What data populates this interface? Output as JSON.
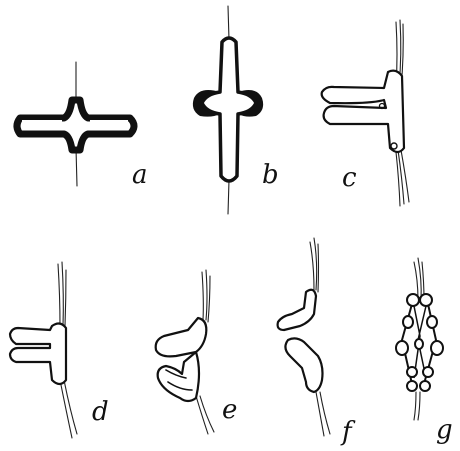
{
  "figure": {
    "panels": [
      {
        "id": "a",
        "label": "a"
      },
      {
        "id": "b",
        "label": "b"
      },
      {
        "id": "c",
        "label": "c"
      },
      {
        "id": "d",
        "label": "d"
      },
      {
        "id": "e",
        "label": "e"
      },
      {
        "id": "f",
        "label": "f"
      },
      {
        "id": "g",
        "label": "g"
      }
    ],
    "colors": {
      "ink": "#111111",
      "background": "#ffffff"
    }
  }
}
